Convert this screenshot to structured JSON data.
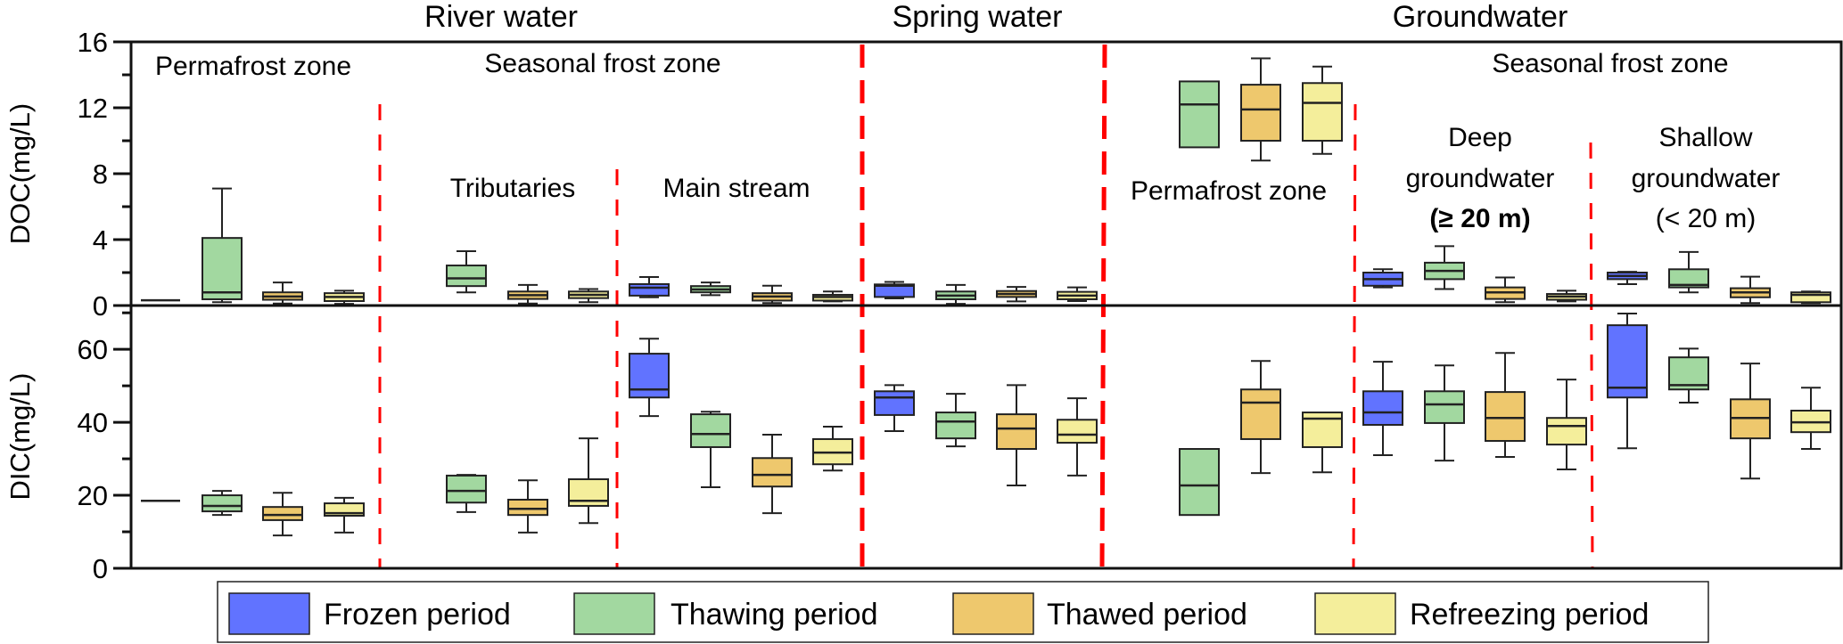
{
  "chart_data": {
    "type": "box",
    "title": "",
    "group_titles": [
      {
        "id": "river",
        "label": "River water"
      },
      {
        "id": "spring",
        "label": "Spring water"
      },
      {
        "id": "ground",
        "label": "Groundwater"
      }
    ],
    "zone_labels": [
      {
        "id": "river-permafrost",
        "lines": [
          "Permafrost zone"
        ]
      },
      {
        "id": "river-seasonal",
        "lines": [
          "Seasonal frost zone"
        ]
      },
      {
        "id": "river-tributaries",
        "lines": [
          "Tributaries"
        ]
      },
      {
        "id": "river-mainstream",
        "lines": [
          "Main stream"
        ]
      },
      {
        "id": "ground-permafrost",
        "lines": [
          "Permafrost zone"
        ]
      },
      {
        "id": "ground-seasonal",
        "lines": [
          "Seasonal frost zone"
        ]
      },
      {
        "id": "ground-deep",
        "lines": [
          "Deep",
          "groundwater",
          "(≥ 20 m)"
        ]
      },
      {
        "id": "ground-shallow",
        "lines": [
          "Shallow",
          "groundwater",
          "(< 20 m)"
        ]
      }
    ],
    "panels": [
      {
        "id": "doc",
        "ylabel": "DOC(mg/L)",
        "ylim": [
          0,
          16
        ],
        "major_ticks": [
          0,
          4,
          8,
          12,
          16
        ],
        "minor_ticks": [
          2,
          6,
          10,
          14
        ]
      },
      {
        "id": "dic",
        "ylabel": "DIC(mg/L)",
        "ylim": [
          0,
          72
        ],
        "major_ticks": [
          0,
          20,
          40,
          60
        ],
        "minor_ticks": [
          10,
          30,
          50,
          70
        ]
      }
    ],
    "legend": {
      "position": "bottom-center",
      "entries": [
        {
          "key": "frozen",
          "label": "Frozen period",
          "color": "#6173ff"
        },
        {
          "key": "thawing",
          "label": "Thawing period",
          "color": "#a2d8a0"
        },
        {
          "key": "thawed",
          "label": "Thawed period",
          "color": "#eec86d"
        },
        {
          "key": "refreezing",
          "label": "Refreezing period",
          "color": "#f4ee9b"
        }
      ]
    },
    "separator_color": "#ff0000",
    "categories": [
      {
        "group": "River water / Permafrost zone",
        "period": "frozen",
        "doc": {
          "whisker_low": 0.32,
          "q1": 0.32,
          "median": 0.32,
          "q3": 0.32,
          "whisker_high": 0.32
        },
        "dic": {
          "whisker_low": 18.5,
          "q1": 18.5,
          "median": 18.5,
          "q3": 18.5,
          "whisker_high": 18.5
        }
      },
      {
        "group": "River water / Permafrost zone",
        "period": "thawing",
        "doc": {
          "whisker_low": 0.2,
          "q1": 0.38,
          "median": 0.8,
          "q3": 4.1,
          "whisker_high": 7.1
        },
        "dic": {
          "whisker_low": 14.6,
          "q1": 15.6,
          "median": 17.1,
          "q3": 20.0,
          "whisker_high": 21.2
        }
      },
      {
        "group": "River water / Permafrost zone",
        "period": "thawed",
        "doc": {
          "whisker_low": 0.12,
          "q1": 0.35,
          "median": 0.55,
          "q3": 0.8,
          "whisker_high": 1.4
        },
        "dic": {
          "whisker_low": 9.0,
          "q1": 13.2,
          "median": 14.6,
          "q3": 16.8,
          "whisker_high": 20.7
        }
      },
      {
        "group": "River water / Permafrost zone",
        "period": "refreezing",
        "doc": {
          "whisker_low": 0.1,
          "q1": 0.27,
          "median": 0.52,
          "q3": 0.75,
          "whisker_high": 0.9
        },
        "dic": {
          "whisker_low": 9.8,
          "q1": 14.4,
          "median": 15.1,
          "q3": 17.8,
          "whisker_high": 19.3
        }
      },
      {
        "group": "River water / Seasonal frost zone / Tributaries",
        "period": "thawing",
        "doc": {
          "whisker_low": 0.8,
          "q1": 1.18,
          "median": 1.65,
          "q3": 2.43,
          "whisker_high": 3.3
        },
        "dic": {
          "whisker_low": 15.4,
          "q1": 18.0,
          "median": 21.2,
          "q3": 25.4,
          "whisker_high": 25.6
        }
      },
      {
        "group": "River water / Seasonal frost zone / Tributaries",
        "period": "thawed",
        "doc": {
          "whisker_low": 0.12,
          "q1": 0.4,
          "median": 0.63,
          "q3": 0.85,
          "whisker_high": 1.25
        },
        "dic": {
          "whisker_low": 9.8,
          "q1": 14.6,
          "median": 16.3,
          "q3": 18.8,
          "whisker_high": 24.1
        }
      },
      {
        "group": "River water / Seasonal frost zone / Tributaries",
        "period": "refreezing",
        "doc": {
          "whisker_low": 0.2,
          "q1": 0.45,
          "median": 0.65,
          "q3": 0.85,
          "whisker_high": 1.0
        },
        "dic": {
          "whisker_low": 12.4,
          "q1": 17.1,
          "median": 18.5,
          "q3": 24.4,
          "whisker_high": 35.6
        }
      },
      {
        "group": "River water / Seasonal frost zone / Main stream",
        "period": "frozen",
        "doc": {
          "whisker_low": 0.5,
          "q1": 0.6,
          "median": 1.08,
          "q3": 1.3,
          "whisker_high": 1.73
        },
        "dic": {
          "whisker_low": 41.7,
          "q1": 46.8,
          "median": 49.0,
          "q3": 58.8,
          "whisker_high": 62.9
        }
      },
      {
        "group": "River water / Seasonal frost zone / Main stream",
        "period": "thawing",
        "doc": {
          "whisker_low": 0.63,
          "q1": 0.8,
          "median": 0.97,
          "q3": 1.18,
          "whisker_high": 1.4
        },
        "dic": {
          "whisker_low": 22.2,
          "q1": 33.2,
          "median": 36.8,
          "q3": 42.2,
          "whisker_high": 42.9
        }
      },
      {
        "group": "River water / Seasonal frost zone / Main stream",
        "period": "thawed",
        "doc": {
          "whisker_low": 0.15,
          "q1": 0.3,
          "median": 0.55,
          "q3": 0.75,
          "whisker_high": 1.2
        },
        "dic": {
          "whisker_low": 15.1,
          "q1": 22.4,
          "median": 25.6,
          "q3": 30.2,
          "whisker_high": 36.6
        }
      },
      {
        "group": "River water / Seasonal frost zone / Main stream",
        "period": "refreezing",
        "doc": {
          "whisker_low": 0.25,
          "q1": 0.3,
          "median": 0.52,
          "q3": 0.65,
          "whisker_high": 0.85
        },
        "dic": {
          "whisker_low": 26.8,
          "q1": 28.5,
          "median": 31.7,
          "q3": 35.4,
          "whisker_high": 38.8
        }
      },
      {
        "group": "Spring water",
        "period": "frozen",
        "doc": {
          "whisker_low": 0.43,
          "q1": 0.52,
          "median": 1.2,
          "q3": 1.28,
          "whisker_high": 1.43
        },
        "dic": {
          "whisker_low": 37.6,
          "q1": 42.0,
          "median": 46.8,
          "q3": 48.5,
          "whisker_high": 50.2
        }
      },
      {
        "group": "Spring water",
        "period": "thawing",
        "doc": {
          "whisker_low": 0.1,
          "q1": 0.38,
          "median": 0.6,
          "q3": 0.85,
          "whisker_high": 1.25
        },
        "dic": {
          "whisker_low": 33.4,
          "q1": 35.6,
          "median": 40.2,
          "q3": 42.7,
          "whisker_high": 47.8
        }
      },
      {
        "group": "Spring water",
        "period": "thawed",
        "doc": {
          "whisker_low": 0.25,
          "q1": 0.52,
          "median": 0.7,
          "q3": 0.88,
          "whisker_high": 1.13
        },
        "dic": {
          "whisker_low": 22.7,
          "q1": 32.7,
          "median": 38.3,
          "q3": 42.2,
          "whisker_high": 50.2
        }
      },
      {
        "group": "Spring water",
        "period": "refreezing",
        "doc": {
          "whisker_low": 0.27,
          "q1": 0.38,
          "median": 0.6,
          "q3": 0.83,
          "whisker_high": 1.1
        },
        "dic": {
          "whisker_low": 25.4,
          "q1": 34.4,
          "median": 36.6,
          "q3": 40.7,
          "whisker_high": 46.6
        }
      },
      {
        "group": "Groundwater / Permafrost zone",
        "period": "thawing",
        "doc": {
          "whisker_low": 9.6,
          "q1": 9.6,
          "median": 12.2,
          "q3": 13.6,
          "whisker_high": 13.6
        },
        "dic": {
          "whisker_low": 14.6,
          "q1": 14.6,
          "median": 22.7,
          "q3": 32.7,
          "whisker_high": 32.7
        }
      },
      {
        "group": "Groundwater / Permafrost zone",
        "period": "thawed",
        "doc": {
          "whisker_low": 8.8,
          "q1": 10.0,
          "median": 11.9,
          "q3": 13.4,
          "whisker_high": 15.0
        },
        "dic": {
          "whisker_low": 26.1,
          "q1": 35.4,
          "median": 45.4,
          "q3": 49.0,
          "whisker_high": 56.8
        }
      },
      {
        "group": "Groundwater / Permafrost zone",
        "period": "refreezing",
        "doc": {
          "whisker_low": 9.2,
          "q1": 10.0,
          "median": 12.3,
          "q3": 13.5,
          "whisker_high": 14.5
        },
        "dic": {
          "whisker_low": 26.3,
          "q1": 33.2,
          "median": 41.0,
          "q3": 42.7,
          "whisker_high": 42.7
        }
      },
      {
        "group": "Groundwater / Seasonal frost zone / Deep groundwater (≥ 20 m)",
        "period": "frozen",
        "doc": {
          "whisker_low": 1.1,
          "q1": 1.2,
          "median": 1.6,
          "q3": 2.0,
          "whisker_high": 2.2
        },
        "dic": {
          "whisker_low": 31.0,
          "q1": 39.3,
          "median": 42.7,
          "q3": 48.5,
          "whisker_high": 56.6
        }
      },
      {
        "group": "Groundwater / Seasonal frost zone / Deep groundwater (≥ 20 m)",
        "period": "thawing",
        "doc": {
          "whisker_low": 1.0,
          "q1": 1.6,
          "median": 2.1,
          "q3": 2.6,
          "whisker_high": 3.6
        },
        "dic": {
          "whisker_low": 29.5,
          "q1": 39.8,
          "median": 44.9,
          "q3": 48.5,
          "whisker_high": 55.6
        }
      },
      {
        "group": "Groundwater / Seasonal frost zone / Deep groundwater (≥ 20 m)",
        "period": "thawed",
        "doc": {
          "whisker_low": 0.2,
          "q1": 0.4,
          "median": 0.8,
          "q3": 1.1,
          "whisker_high": 1.7
        },
        "dic": {
          "whisker_low": 30.5,
          "q1": 34.9,
          "median": 41.2,
          "q3": 48.3,
          "whisker_high": 59.0
        }
      },
      {
        "group": "Groundwater / Seasonal frost zone / Deep groundwater (≥ 20 m)",
        "period": "refreezing",
        "doc": {
          "whisker_low": 0.25,
          "q1": 0.35,
          "median": 0.55,
          "q3": 0.7,
          "whisker_high": 0.9
        },
        "dic": {
          "whisker_low": 27.1,
          "q1": 33.9,
          "median": 39.0,
          "q3": 41.2,
          "whisker_high": 51.7
        }
      },
      {
        "group": "Groundwater / Seasonal frost zone / Shallow groundwater (< 20 m)",
        "period": "frozen",
        "doc": {
          "whisker_low": 1.3,
          "q1": 1.6,
          "median": 1.8,
          "q3": 2.0,
          "whisker_high": 2.05
        },
        "dic": {
          "whisker_low": 32.9,
          "q1": 46.8,
          "median": 49.5,
          "q3": 66.6,
          "whisker_high": 69.8
        }
      },
      {
        "group": "Groundwater / Seasonal frost zone / Shallow groundwater (< 20 m)",
        "period": "thawing",
        "doc": {
          "whisker_low": 0.8,
          "q1": 1.1,
          "median": 1.25,
          "q3": 2.2,
          "whisker_high": 3.25
        },
        "dic": {
          "whisker_low": 45.4,
          "q1": 49.0,
          "median": 50.2,
          "q3": 57.8,
          "whisker_high": 60.2
        }
      },
      {
        "group": "Groundwater / Seasonal frost zone / Shallow groundwater (< 20 m)",
        "period": "thawed",
        "doc": {
          "whisker_low": 0.15,
          "q1": 0.5,
          "median": 0.8,
          "q3": 1.05,
          "whisker_high": 1.75
        },
        "dic": {
          "whisker_low": 24.6,
          "q1": 35.6,
          "median": 41.2,
          "q3": 46.3,
          "whisker_high": 56.1
        }
      },
      {
        "group": "Groundwater / Seasonal frost zone / Shallow groundwater (< 20 m)",
        "period": "refreezing",
        "doc": {
          "whisker_low": 0.15,
          "q1": 0.2,
          "median": 0.65,
          "q3": 0.8,
          "whisker_high": 0.85
        },
        "dic": {
          "whisker_low": 32.7,
          "q1": 37.3,
          "median": 40.0,
          "q3": 43.2,
          "whisker_high": 49.5
        }
      }
    ]
  }
}
